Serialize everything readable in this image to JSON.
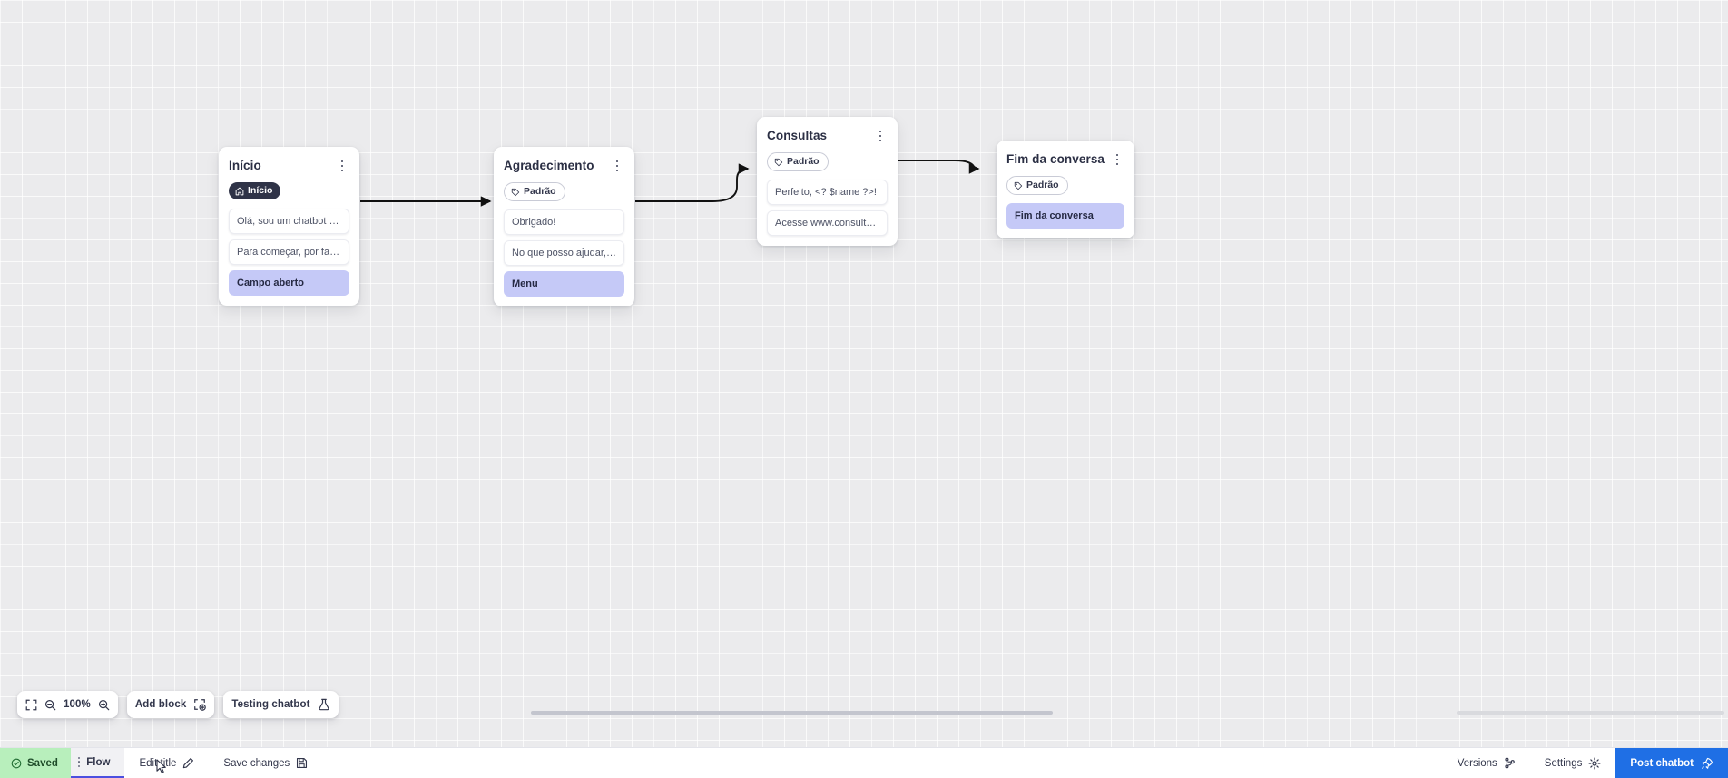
{
  "nodes": [
    {
      "title": "Início",
      "tag": {
        "label": "Início",
        "style": "dark",
        "icon": "home-icon"
      },
      "rows": [
        {
          "text": "Olá, sou um chatbot de teste!",
          "accent": false
        },
        {
          "text": "Para começar, por favor digite o ...",
          "accent": false
        },
        {
          "text": "Campo aberto",
          "accent": true
        }
      ]
    },
    {
      "title": "Agradecimento",
      "tag": {
        "label": "Padrão",
        "style": "outline",
        "icon": "tag-icon"
      },
      "rows": [
        {
          "text": "Obrigado!",
          "accent": false
        },
        {
          "text": "No que posso ajudar, <? $name ...",
          "accent": false
        },
        {
          "text": "Menu",
          "accent": true
        }
      ]
    },
    {
      "title": "Consultas",
      "tag": {
        "label": "Padrão",
        "style": "outline",
        "icon": "tag-icon"
      },
      "rows": [
        {
          "text": "Perfeito, <? $name ?>!",
          "accent": false
        },
        {
          "text": "Acesse www.consultas.com par...",
          "accent": false
        }
      ]
    },
    {
      "title": "Fim da conversa",
      "tag": {
        "label": "Padrão",
        "style": "outline",
        "icon": "tag-icon"
      },
      "rows": [
        {
          "text": "Fim da conversa",
          "accent": true
        }
      ]
    }
  ],
  "toolbar": {
    "fullscreen_icon": "fullscreen-icon",
    "zoom_out_icon": "zoom-out-icon",
    "zoom_level": "100%",
    "zoom_in_icon": "zoom-in-icon",
    "add_block_label": "Add block",
    "add_block_icon": "add-block-icon",
    "testing_label": "Testing chatbot",
    "testing_icon": "flask-icon"
  },
  "bottombar": {
    "saved_label": "Saved",
    "saved_icon": "check-circle-icon",
    "flow_tab_label": "Flow",
    "drag_handle_icon": "drag-dots-icon",
    "edit_title_label": "Edit title",
    "edit_title_icon": "pencil-icon",
    "save_changes_label": "Save changes",
    "save_changes_icon": "save-disk-icon",
    "versions_label": "Versions",
    "versions_icon": "branch-icon",
    "settings_label": "Settings",
    "settings_icon": "gear-icon",
    "post_label": "Post chatbot",
    "post_icon": "rocket-icon"
  },
  "colors": {
    "accent_row": "#c5c9f7",
    "primary": "#1f6fe5",
    "saved": "#b8efbc",
    "tab_underline": "#4b4fe0"
  }
}
